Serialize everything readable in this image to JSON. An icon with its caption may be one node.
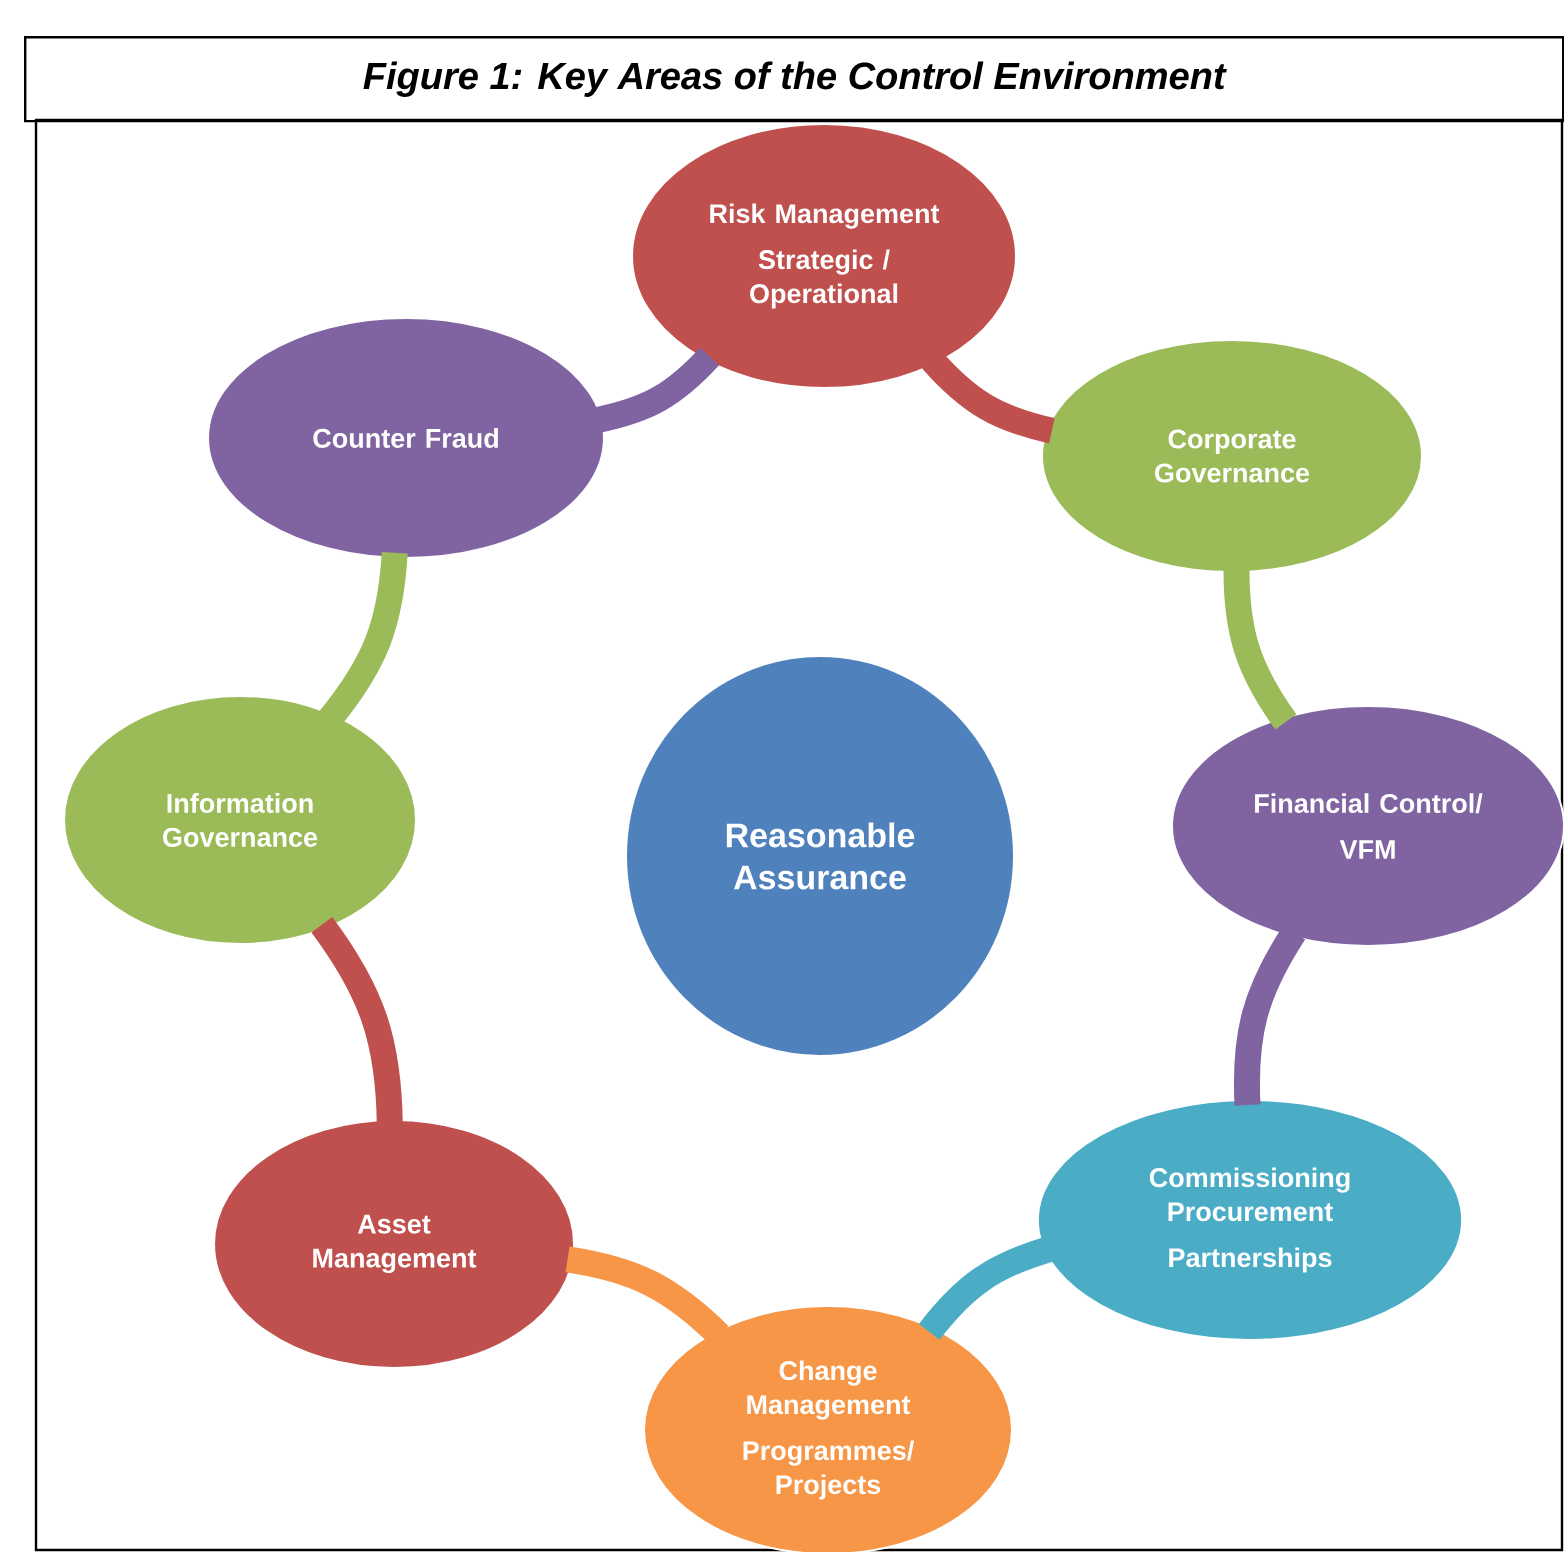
{
  "diagram": {
    "title": "Figure 1: Key Areas of the Control Environment",
    "nodes": [
      {
        "text": [
          "Risk Management",
          "Strategic / Operational"
        ]
      },
      {
        "text": [
          "Corporate Governance"
        ]
      },
      {
        "text": [
          "Financial Control/",
          "VFM"
        ]
      },
      {
        "text": [
          "Commissioning Procurement",
          "Partnerships"
        ]
      },
      {
        "text": [
          "Change Management",
          "Programmes/ Projects"
        ]
      },
      {
        "text": [
          "Asset Management"
        ]
      },
      {
        "text": [
          "Information Governance"
        ]
      },
      {
        "text": [
          "Counter Fraud"
        ]
      },
      {
        "text": [
          "Reasonable Assurance"
        ]
      }
    ],
    "edges": [
      {
        "from": 0,
        "to": 1,
        "arrow": "none",
        "color": "#c0504d"
      },
      {
        "from": 1,
        "to": 2,
        "arrow": "none",
        "color": "#9bbb59"
      },
      {
        "from": 2,
        "to": 3,
        "arrow": "none",
        "color": "#8064a2"
      },
      {
        "from": 3,
        "to": 4,
        "arrow": "none",
        "color": "#4bacc6"
      },
      {
        "from": 4,
        "to": 5,
        "arrow": "none",
        "color": "#f79646"
      },
      {
        "from": 5,
        "to": 6,
        "arrow": "none",
        "color": "#c0504d"
      },
      {
        "from": 6,
        "to": 7,
        "arrow": "none",
        "color": "#9bbb59"
      },
      {
        "from": 7,
        "to": 0,
        "arrow": "none",
        "color": "#8064a2"
      }
    ]
  }
}
